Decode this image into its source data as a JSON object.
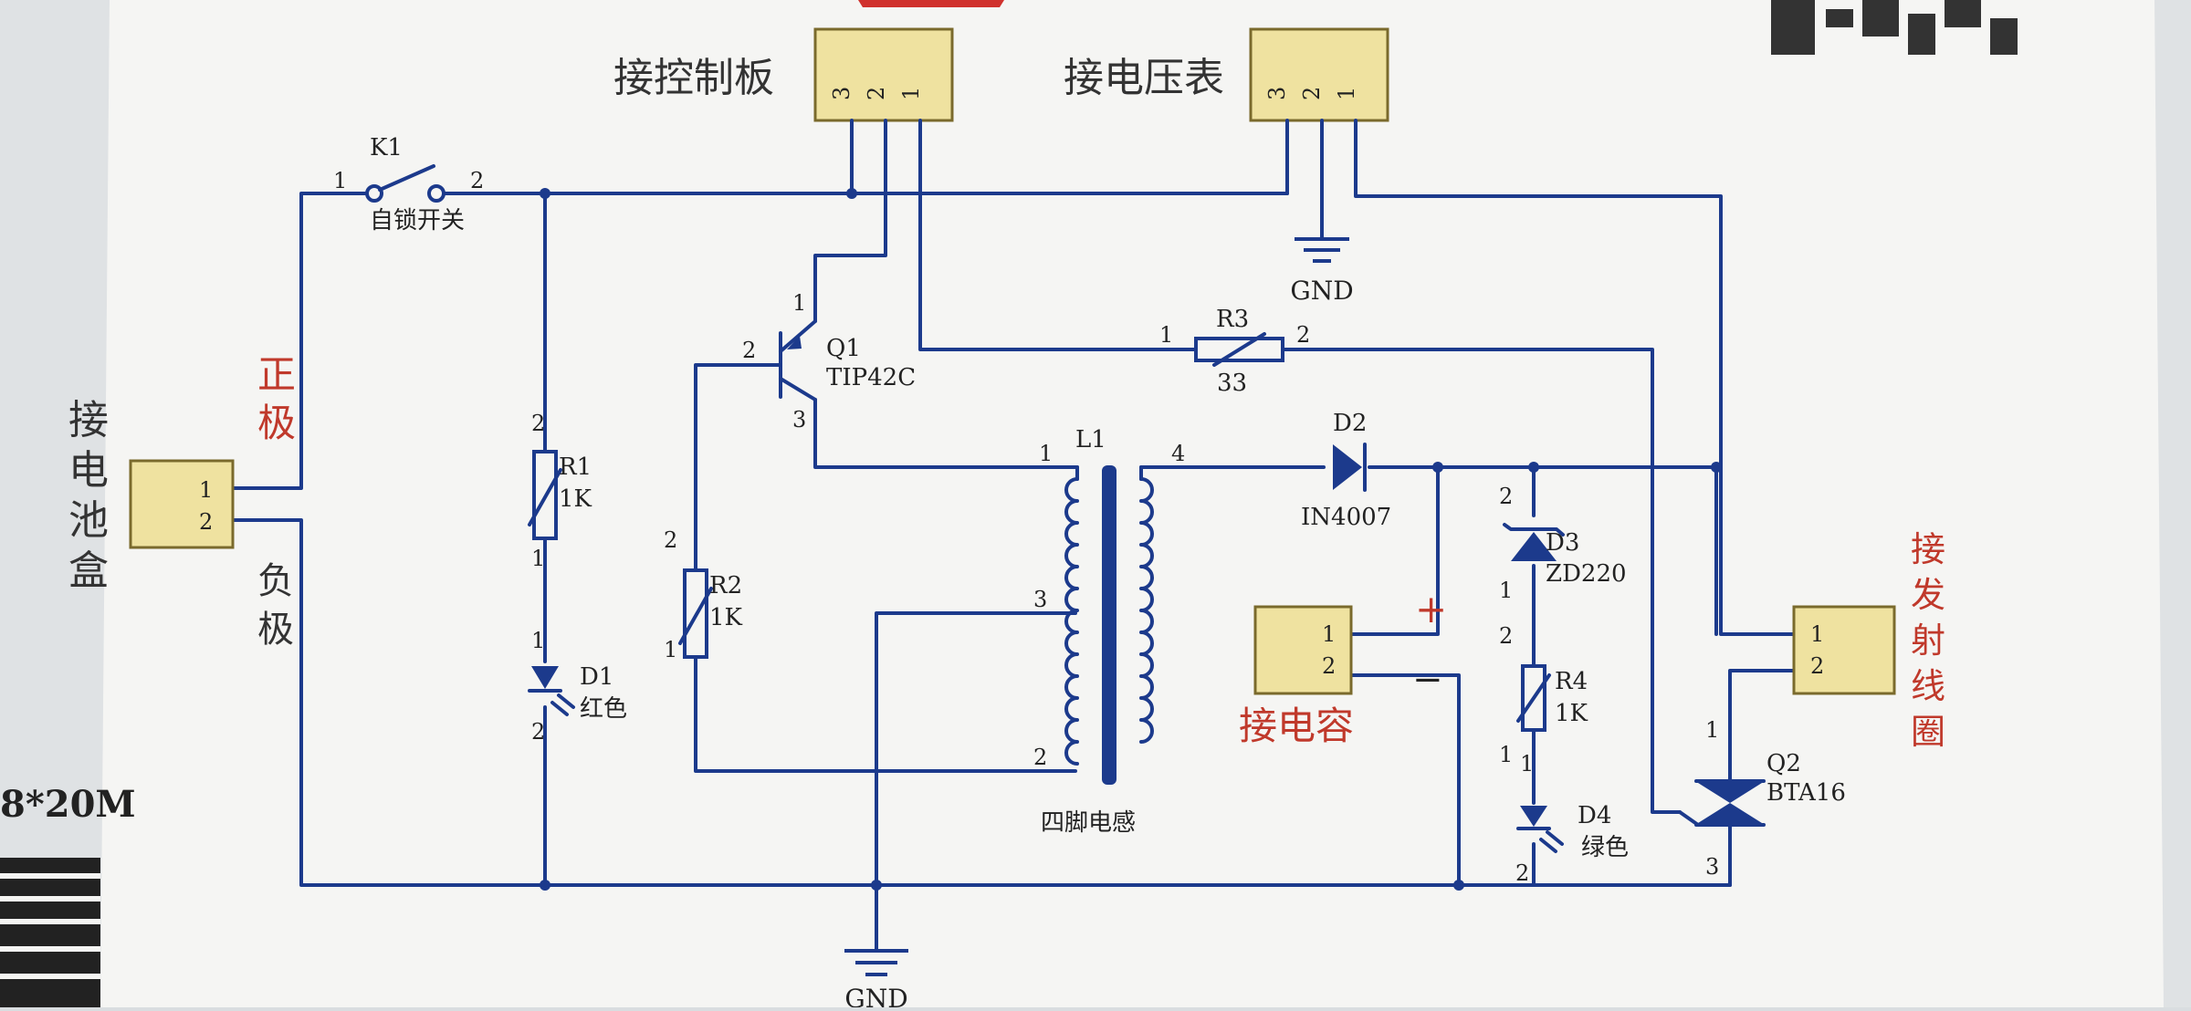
{
  "colors": {
    "wire": "#1c3a8c",
    "connector": "#efe2a0",
    "red_text": "#c0392b",
    "paper": "#f4f4f2"
  },
  "top_labels": {
    "control_board": "接控制板",
    "voltmeter": "接电压表"
  },
  "connectors": {
    "control": {
      "pins": [
        "3",
        "2",
        "1"
      ]
    },
    "voltmeter": {
      "pins": [
        "3",
        "2",
        "1"
      ]
    },
    "battery": {
      "pins": [
        "1",
        "2"
      ],
      "label": [
        "接",
        "电",
        "池",
        "盒"
      ]
    },
    "capacitor": {
      "pins": [
        "1",
        "2"
      ],
      "label": "接电容",
      "plus": "+",
      "minus": "−"
    },
    "coil": {
      "pins": [
        "1",
        "2"
      ],
      "label": [
        "接",
        "发",
        "射",
        "线",
        "圈"
      ]
    }
  },
  "polarity": {
    "positive": [
      "正",
      "极"
    ],
    "negative": [
      "负",
      "极"
    ]
  },
  "gnd": "GND",
  "components": {
    "K1": {
      "ref": "K1",
      "name": "自锁开关",
      "pin1": "1",
      "pin2": "2"
    },
    "Q1": {
      "ref": "Q1",
      "value": "TIP42C",
      "pin1": "1",
      "pin2": "2",
      "pin3": "3"
    },
    "R1": {
      "ref": "R1",
      "value": "1K",
      "pin_top": "2",
      "pin_bottom": "1"
    },
    "R2": {
      "ref": "R2",
      "value": "1K",
      "pin_top": "2",
      "pin_bottom": "1"
    },
    "R3": {
      "ref": "R3",
      "value": "33",
      "pin1": "1",
      "pin2": "2"
    },
    "R4": {
      "ref": "R4",
      "value": "1K",
      "pin_top": "2",
      "pin_bottom": "1"
    },
    "D1": {
      "ref": "D1",
      "value": "红色",
      "pin_top": "1",
      "pin_bottom": "2"
    },
    "D2": {
      "ref": "D2",
      "value": "IN4007"
    },
    "D3": {
      "ref": "D3",
      "value": "ZD220",
      "pin_top": "2",
      "pin_bottom": "1"
    },
    "D4": {
      "ref": "D4",
      "value": "绿色",
      "pin_top": "1",
      "pin_bottom": "2"
    },
    "Q2": {
      "ref": "Q2",
      "value": "BTA16",
      "pin1": "1",
      "pin3": "3"
    },
    "L1": {
      "ref": "L1",
      "name": "四脚电感",
      "pins": [
        "1",
        "4",
        "3",
        "2"
      ]
    }
  },
  "edge_text": {
    "left_size": "8*20M"
  }
}
